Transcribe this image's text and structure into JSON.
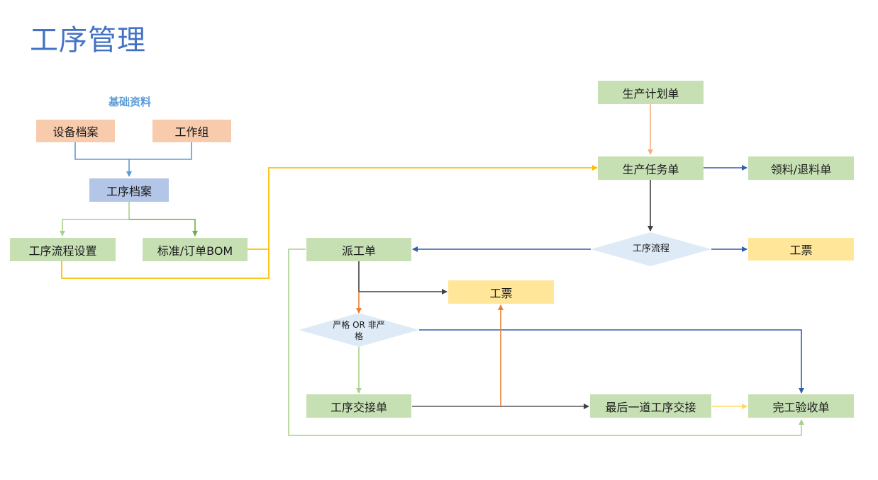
{
  "title": "工序管理",
  "section_label": "基础资料",
  "nodes": {
    "equipment_file": "设备档案",
    "work_group": "工作组",
    "process_file": "工序档案",
    "process_flow_setting": "工序流程设置",
    "std_order_bom": "标准/订单BOM",
    "production_plan": "生产计划单",
    "production_task": "生产任务单",
    "material_requisition": "领料/退料单",
    "process_flow": "工序流程",
    "work_ticket_right": "工票",
    "dispatch_order": "派工单",
    "work_ticket_mid": "工票",
    "strict_decision": "严格 OR 非严格",
    "process_handover": "工序交接单",
    "last_process_handover": "最后一道工序交接",
    "completion_acceptance": "完工验收单"
  },
  "colors": {
    "title": "#4472c4",
    "box_green": "#c6e0b4",
    "box_peach": "#f8cbad",
    "box_blue": "#b4c6e7",
    "box_yellow": "#ffe699",
    "diamond": "#deebf7",
    "line_blue": "#2e5fa8",
    "line_green": "#70ad47",
    "line_lightgreen": "#a9d18e",
    "line_yellow": "#ffc000",
    "line_orange": "#ed7d31",
    "line_dark": "#404040"
  }
}
